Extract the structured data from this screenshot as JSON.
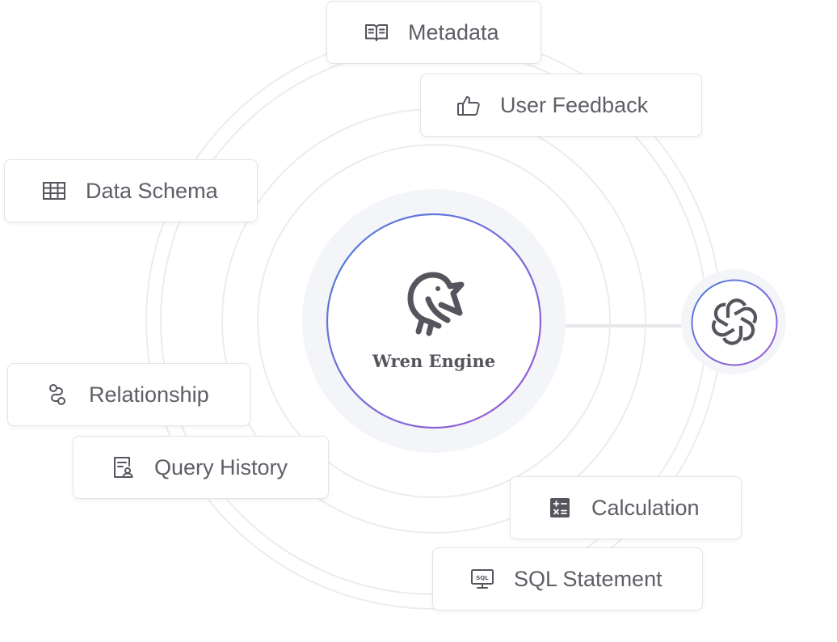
{
  "center": {
    "label": "Wren Engine",
    "icon": "wren-bird-icon"
  },
  "connector": {
    "target_icon": "openai-icon"
  },
  "sources": {
    "metadata": {
      "label": "Metadata",
      "icon": "book-icon"
    },
    "user_feedback": {
      "label": "User Feedback",
      "icon": "thumbs-up-icon"
    },
    "data_schema": {
      "label": "Data Schema",
      "icon": "table-icon"
    },
    "relationship": {
      "label": "Relationship",
      "icon": "relationship-icon"
    },
    "query_history": {
      "label": "Query History",
      "icon": "document-user-icon"
    },
    "calculation": {
      "label": "Calculation",
      "icon": "calculator-icon"
    },
    "sql_statement": {
      "label": "SQL Statement",
      "icon": "sql-monitor-icon"
    }
  },
  "colors": {
    "ring_gradient_start": "#4c7fdb",
    "ring_gradient_end": "#a05ad6",
    "orbit": "#ececef",
    "text": "#5e5e66",
    "icon": "#55565d"
  }
}
